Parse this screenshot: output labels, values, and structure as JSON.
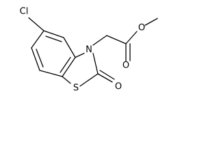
{
  "molecule": {
    "atoms": {
      "chlorine": "Cl",
      "nitrogen": "N",
      "sulfur": "S",
      "carbonyl_oxygen": "O",
      "ester_oxygen_methoxy": "O",
      "ester_oxygen_carbonyl": "O"
    }
  }
}
